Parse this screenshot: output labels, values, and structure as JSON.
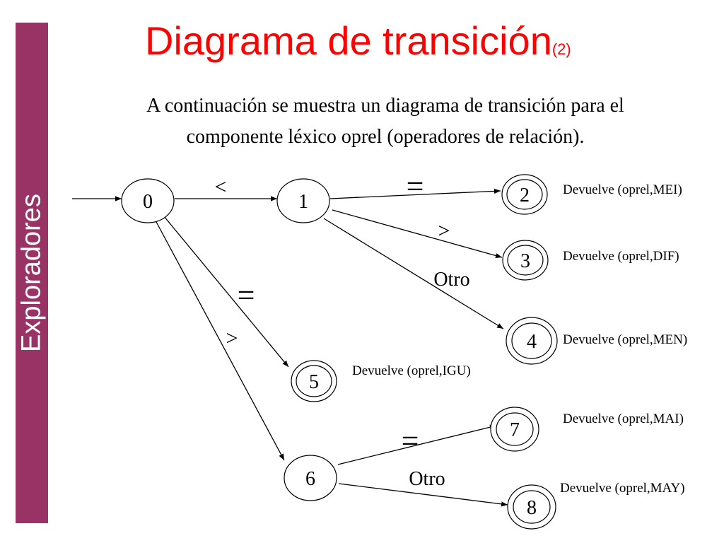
{
  "sidebar": {
    "label": "Exploradores",
    "color": "#993366"
  },
  "title": {
    "main": "Diagrama de transición",
    "sub": "(2)",
    "color": "#ff0000"
  },
  "intro": {
    "line1": "A continuación se muestra un diagrama de transición para el",
    "line2": "componente léxico oprel (operadores de relación)."
  },
  "diagram": {
    "states": [
      {
        "id": "0",
        "final": false
      },
      {
        "id": "1",
        "final": false
      },
      {
        "id": "2",
        "final": true
      },
      {
        "id": "3",
        "final": true
      },
      {
        "id": "4",
        "final": true
      },
      {
        "id": "5",
        "final": true
      },
      {
        "id": "6",
        "final": false
      },
      {
        "id": "7",
        "final": true
      },
      {
        "id": "8",
        "final": true
      }
    ],
    "transitions": [
      {
        "from": "start",
        "to": "0",
        "label": ""
      },
      {
        "from": "0",
        "to": "1",
        "label": "<"
      },
      {
        "from": "1",
        "to": "2",
        "label": "="
      },
      {
        "from": "1",
        "to": "3",
        "label": ">"
      },
      {
        "from": "1",
        "to": "4",
        "label": "Otro"
      },
      {
        "from": "0",
        "to": "5",
        "label": "="
      },
      {
        "from": "0",
        "to": "6",
        "label": ">"
      },
      {
        "from": "6",
        "to": "7",
        "label": "="
      },
      {
        "from": "6",
        "to": "8",
        "label": "Otro"
      }
    ],
    "outputs": [
      {
        "state": "2",
        "text": "Devuelve (oprel,MEI)"
      },
      {
        "state": "3",
        "text": "Devuelve (oprel,DIF)"
      },
      {
        "state": "4",
        "text": "Devuelve (oprel,MEN)"
      },
      {
        "state": "5",
        "text": "Devuelve (oprel,IGU)"
      },
      {
        "state": "7",
        "text": "Devuelve (oprel,MAI)"
      },
      {
        "state": "8",
        "text": "Devuelve (oprel,MAY)"
      }
    ]
  }
}
